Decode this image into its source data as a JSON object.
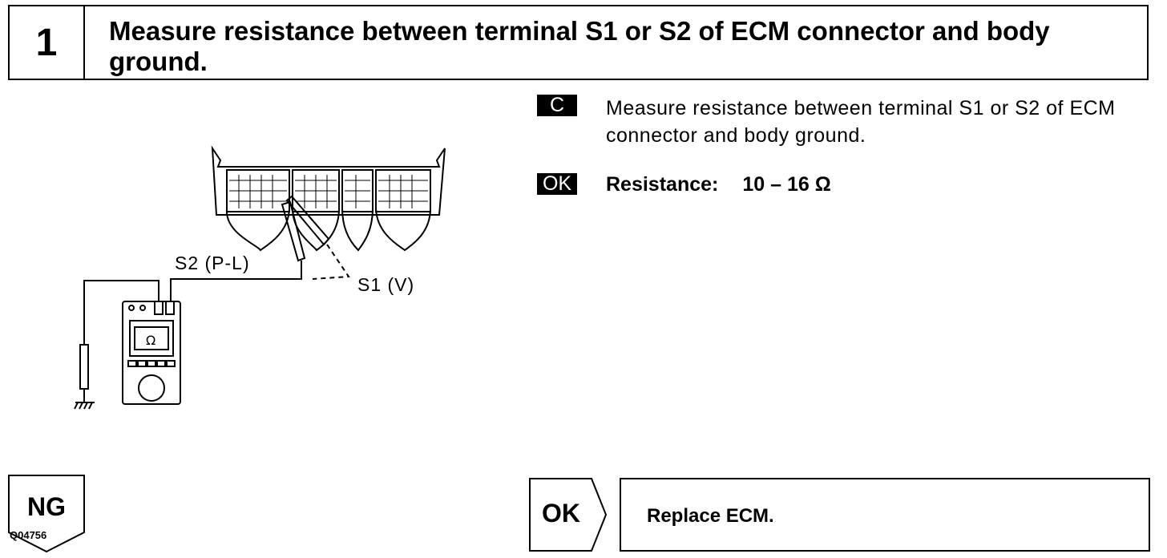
{
  "step": {
    "number": "1",
    "title": "Measure resistance between terminal S1 or S2 of ECM connector and body ground."
  },
  "diagram": {
    "s2_label": "S2 (P-L)",
    "s1_label": "S1 (V)",
    "meter_symbol": "Ω",
    "figure_code": "Q04756"
  },
  "instruction": {
    "badge": "C",
    "text": "Measure resistance between terminal S1 or S2 of ECM connector and body ground."
  },
  "specification": {
    "badge": "OK",
    "label": "Resistance:",
    "value": "10 – 16 Ω"
  },
  "outcomes": {
    "ng_label": "NG",
    "ok_label": "OK",
    "ok_action": "Replace ECM."
  }
}
